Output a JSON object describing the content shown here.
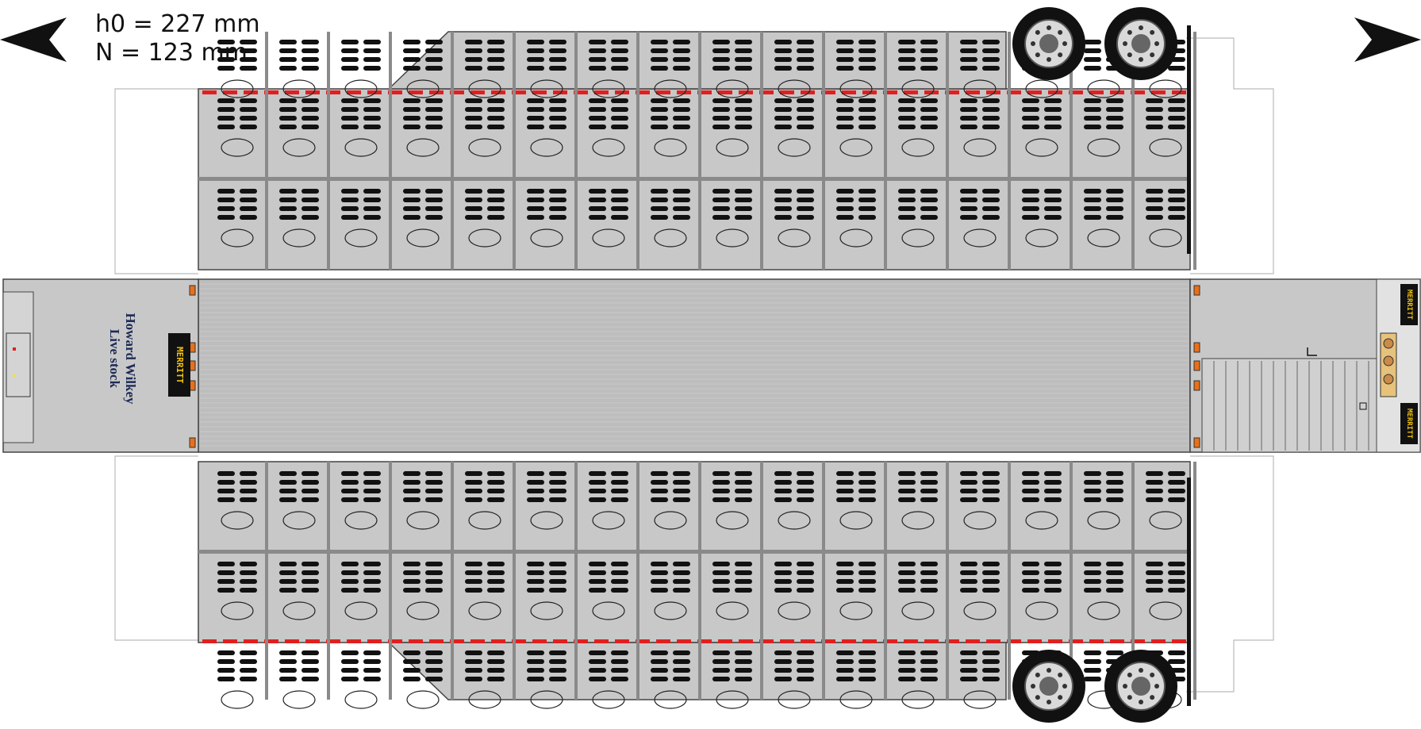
{
  "dimensions": {
    "h0_label": "h0 = 227 mm",
    "n_label": "N = 123 mm"
  },
  "trailer": {
    "livery_line1": "Howard Wilkey",
    "livery_line2": "Live stock",
    "logo_text": "MERRITT"
  },
  "colors": {
    "panel_gray": "#c8c8c8",
    "frame_gray": "#8a8a8a",
    "vent_black": "#111111",
    "reflector_red": "#e02020",
    "light_orange": "#e8701a",
    "logo_yellow": "#f1c40f",
    "livery_blue": "#1d2a55"
  },
  "icons": [
    "left-arrow-icon",
    "right-arrow-icon",
    "wheel-icon",
    "logo-icon"
  ]
}
